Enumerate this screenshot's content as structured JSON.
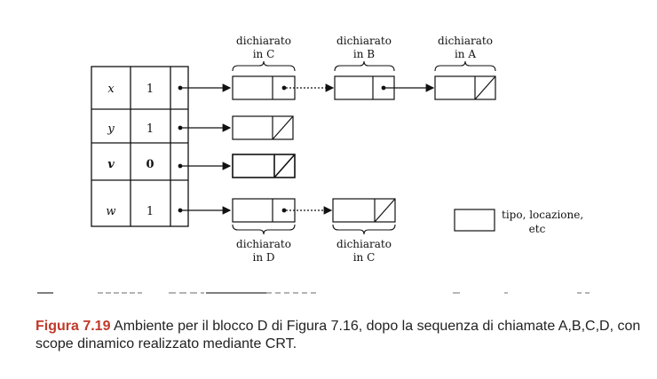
{
  "table": {
    "rows": [
      {
        "name": "x",
        "count": "1",
        "bold": false
      },
      {
        "name": "y",
        "count": "1",
        "bold": false
      },
      {
        "name": "v",
        "count": "0",
        "bold": true
      },
      {
        "name": "w",
        "count": "1",
        "bold": false
      }
    ]
  },
  "labels": {
    "top": [
      {
        "line1": "dichiarato",
        "line2": "in C"
      },
      {
        "line1": "dichiarato",
        "line2": "in B"
      },
      {
        "line1": "dichiarato",
        "line2": "in A"
      }
    ],
    "bottom": [
      {
        "line1": "dichiarato",
        "line2": "in D"
      },
      {
        "line1": "dichiarato",
        "line2": "in C"
      }
    ]
  },
  "legend": {
    "line1": "tipo, locazione,",
    "line2": "etc"
  },
  "caption": {
    "figure_label": "Figura 7.19",
    "text": "Ambiente per il blocco D di Figura 7.16, dopo la sequenza di chiamate A,B,C,D, con scope dinamico realizzato mediante CRT."
  }
}
